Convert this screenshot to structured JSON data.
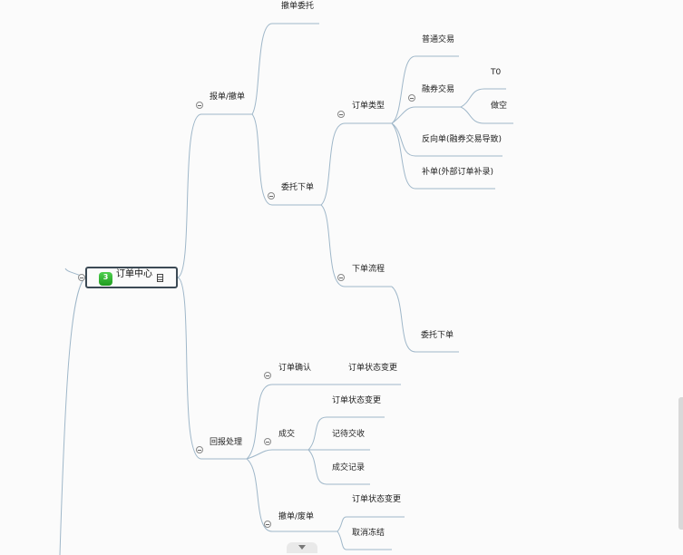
{
  "root": {
    "label": "订单中心",
    "badge": "3",
    "note_icon": "note-icon"
  },
  "nodes": {
    "baodan_chedan": "报单/撤单",
    "chedan_weituo": "撤单委托",
    "weituo_xiadan": "委托下单",
    "dingdan_leixing": "订单类型",
    "putong_jiaoyi": "普通交易",
    "rongquan_jiaoyi": "融券交易",
    "t0": "T0",
    "zuokong": "做空",
    "fanxiang_dan": "反向单(融券交易导致)",
    "budan": "补单(外部订单补录)",
    "xiadan_liucheng": "下单流程",
    "weituo_xiadan_2": "委托下单",
    "huibao_chuli": "回报处理",
    "dingdan_queren": "订单确认",
    "zhuangtai_biangeng_1": "订单状态变更",
    "chengjiao": "成交",
    "zhuangtai_biangeng_2": "订单状态变更",
    "jidai_jiaoshou": "记待交收",
    "chengjiao_jilu": "成交记录",
    "chedan_feidan": "撤单/废单",
    "zhuangtai_biangeng_3": "订单状态变更",
    "quxiao_dongjie": "取消冻结"
  },
  "colors": {
    "branch_line": "#9fb7c9",
    "root_border": "#3c4a55",
    "badge": "#2db52d"
  }
}
